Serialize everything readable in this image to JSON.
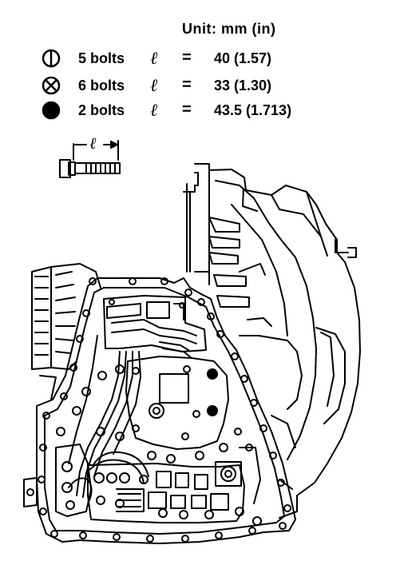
{
  "unit_label": "Unit: mm (in)",
  "ell_symbol": "ℓ",
  "legend": [
    {
      "symbol": "circle-with-vertical-line",
      "count": "5 bolts",
      "equals": "=",
      "length": "40 (1.57)"
    },
    {
      "symbol": "circle-with-x",
      "count": "6 bolts",
      "equals": "=",
      "length": "33 (1.30)"
    },
    {
      "symbol": "filled-circle",
      "count": "2 bolts",
      "equals": "=",
      "length": "43.5 (1.713)"
    }
  ],
  "bolt_dimension_label": "ℓ"
}
